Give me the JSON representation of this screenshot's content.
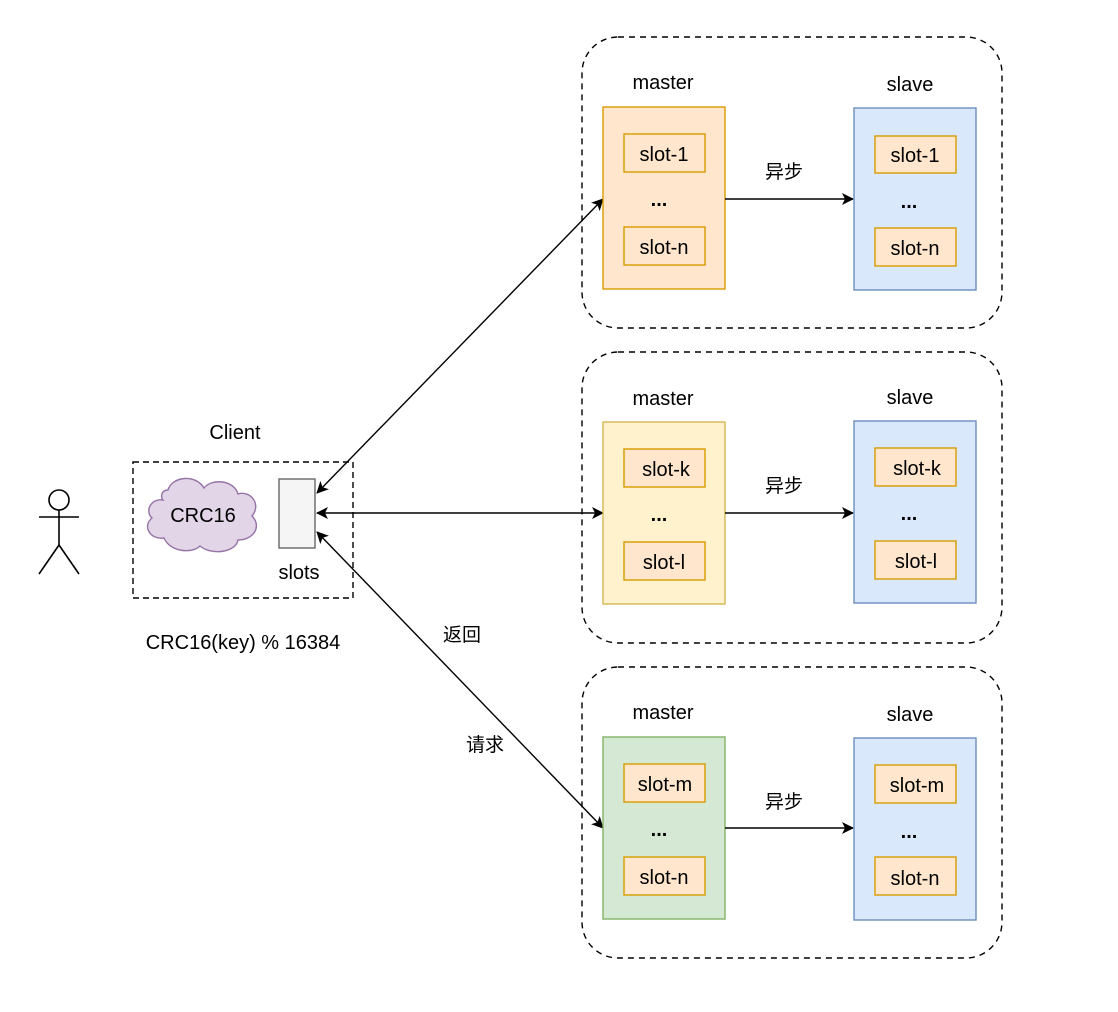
{
  "actor": {
    "icon": "stick-figure-user-icon"
  },
  "client": {
    "title": "Client",
    "hash_label": "CRC16",
    "slots_label": "slots",
    "formula": "CRC16(key) % 16384"
  },
  "edges": {
    "return_label": "返回",
    "request_label": "请求"
  },
  "groups": [
    {
      "master": {
        "title": "master",
        "fill": "#ffe6cc",
        "stroke": "#d79b00",
        "slots": [
          "slot-1",
          "...",
          "slot-n"
        ]
      },
      "slave": {
        "title": "slave",
        "fill": "#dae8fc",
        "stroke": "#6c8ebf",
        "slots": [
          "slot-1",
          "...",
          "slot-n"
        ]
      },
      "sync_label": "异步"
    },
    {
      "master": {
        "title": "master",
        "fill": "#fff2cc",
        "stroke": "#d6b656",
        "slots": [
          "slot-k",
          "...",
          "slot-l"
        ]
      },
      "slave": {
        "title": "slave",
        "fill": "#dae8fc",
        "stroke": "#6c8ebf",
        "slots": [
          "slot-k",
          "...",
          "slot-l"
        ]
      },
      "sync_label": "异步"
    },
    {
      "master": {
        "title": "master",
        "fill": "#d5e8d4",
        "stroke": "#82b366",
        "slots": [
          "slot-m",
          "...",
          "slot-n"
        ]
      },
      "slave": {
        "title": "slave",
        "fill": "#dae8fc",
        "stroke": "#6c8ebf",
        "slots": [
          "slot-m",
          "...",
          "slot-n"
        ]
      },
      "sync_label": "异步"
    }
  ],
  "colors": {
    "slot_fill": "#ffe6cc",
    "slot_stroke": "#d79b00",
    "cloud_fill": "#e1d5e7",
    "cloud_stroke": "#9673a6",
    "slots_box_fill": "#f5f5f5",
    "slots_box_stroke": "#666666"
  }
}
